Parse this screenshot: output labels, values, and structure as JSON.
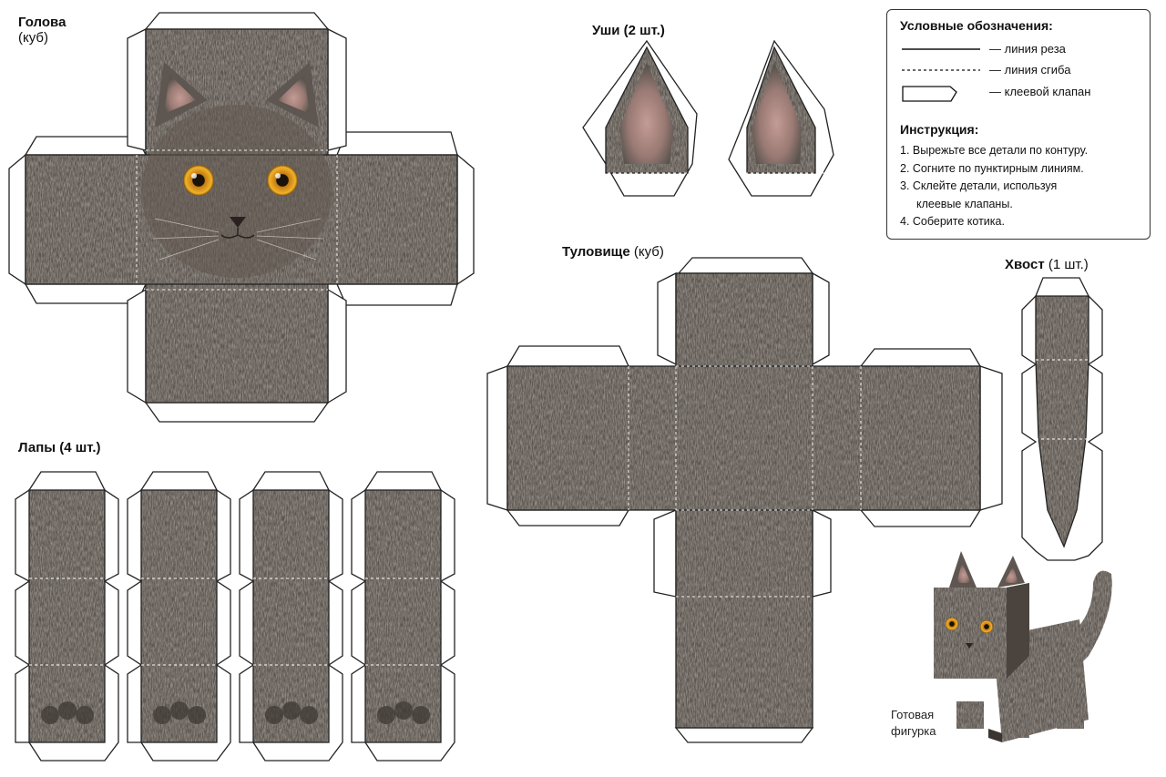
{
  "sections": {
    "head": {
      "title": "Голова",
      "sub": "(куб)"
    },
    "ears": {
      "title": "Уши (2 шт.)"
    },
    "paws": {
      "title": "Лапы (4 шт.)"
    },
    "body": {
      "title": "Туловище",
      "sub": "(куб)"
    },
    "tail": {
      "title": "Хвост",
      "sub": "(1 шт.)"
    }
  },
  "legend": {
    "title": "Условные обозначения:",
    "items": [
      {
        "icon": "solid-line",
        "label": "— линия реза"
      },
      {
        "icon": "dashed-line",
        "label": "— линия сгиба"
      },
      {
        "icon": "glue-flap",
        "label": "— клеевой клапан"
      }
    ]
  },
  "instructions": {
    "title": "Инструкция:",
    "steps": [
      "1. Вырежьте все детали по контуру.",
      "2. Согните по пунктирным линиям.",
      "3. Склейте детали, используя",
      "клеевые клапаны.",
      "4. Соберите котика."
    ]
  },
  "finished": {
    "caption_line1": "Готовая",
    "caption_line2": "фигурка"
  },
  "colors": {
    "fur_dark": "#4a4440",
    "fur_mid": "#6b635c",
    "fur_light": "#8a8279",
    "eye": "#e0a020",
    "ear_inner": "#b88a84",
    "line": "#222222"
  }
}
